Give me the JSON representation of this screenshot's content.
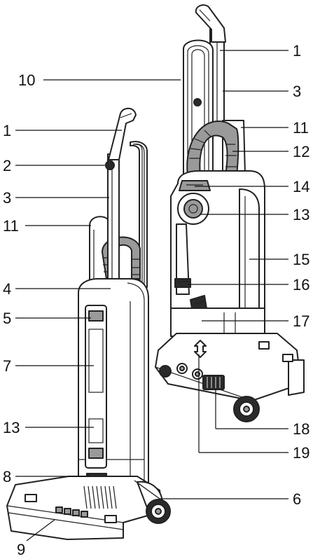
{
  "diagram": {
    "callouts_left": [
      {
        "text": "10"
      },
      {
        "text": "1"
      },
      {
        "text": "2"
      },
      {
        "text": "3"
      },
      {
        "text": "11"
      },
      {
        "text": "4"
      },
      {
        "text": "5"
      },
      {
        "text": "7"
      },
      {
        "text": "13"
      },
      {
        "text": "8"
      },
      {
        "text": "9"
      }
    ],
    "callouts_right": [
      {
        "text": "1"
      },
      {
        "text": "3"
      },
      {
        "text": "11"
      },
      {
        "text": "12"
      },
      {
        "text": "14"
      },
      {
        "text": "13"
      },
      {
        "text": "15"
      },
      {
        "text": "16"
      },
      {
        "text": "17"
      },
      {
        "text": "18"
      },
      {
        "text": "19"
      },
      {
        "text": "6"
      }
    ]
  }
}
